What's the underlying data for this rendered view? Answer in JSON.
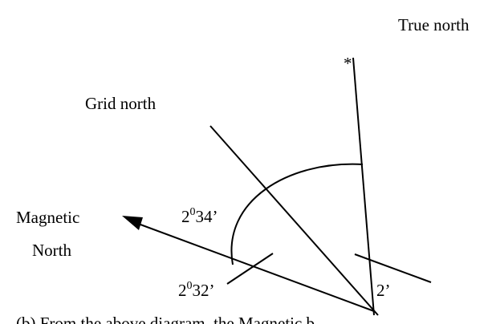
{
  "labels": {
    "true_north": "True north",
    "grid_north": "Grid north",
    "magnetic_north_line1": "Magnetic",
    "magnetic_north_line2": "North",
    "star": "*"
  },
  "angles": {
    "outer": {
      "deg": "2",
      "sup": "0",
      "min": "34’"
    },
    "inner": {
      "deg": "2",
      "sup": "0",
      "min": "32’"
    },
    "small": {
      "min": "2’"
    }
  },
  "caption": "(b)  From the above diagram, the Magnetic b"
}
